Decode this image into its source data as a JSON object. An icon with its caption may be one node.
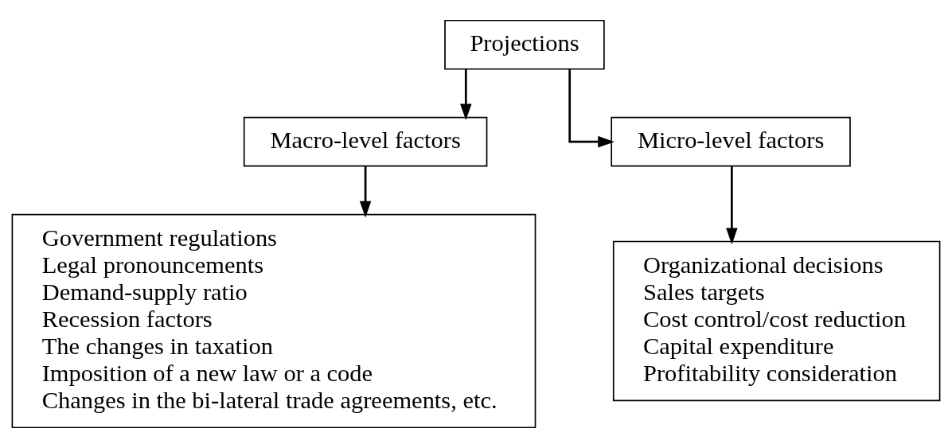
{
  "diagram": {
    "nodes": [
      {
        "text": [
          "Projections"
        ]
      },
      {
        "text": [
          "Macro-level factors"
        ]
      },
      {
        "text": [
          "Micro-level factors"
        ]
      },
      {
        "text": [
          "Government regulations",
          "Legal pronouncements",
          "Demand-supply ratio",
          "Recession factors",
          "The changes in taxation",
          "Imposition of a new law or a code",
          "Changes in the bi-lateral trade agreements, etc."
        ]
      },
      {
        "text": [
          "Organizational decisions",
          "Sales targets",
          "Cost control/cost reduction",
          "Capital expenditure",
          "Profitability consideration"
        ]
      }
    ],
    "edges": [
      {
        "from": 0,
        "to": 1,
        "arrow": "to"
      },
      {
        "from": 0,
        "to": 2,
        "arrow": "to"
      },
      {
        "from": 1,
        "to": 3,
        "arrow": "to"
      },
      {
        "from": 2,
        "to": 4,
        "arrow": "to"
      }
    ]
  }
}
